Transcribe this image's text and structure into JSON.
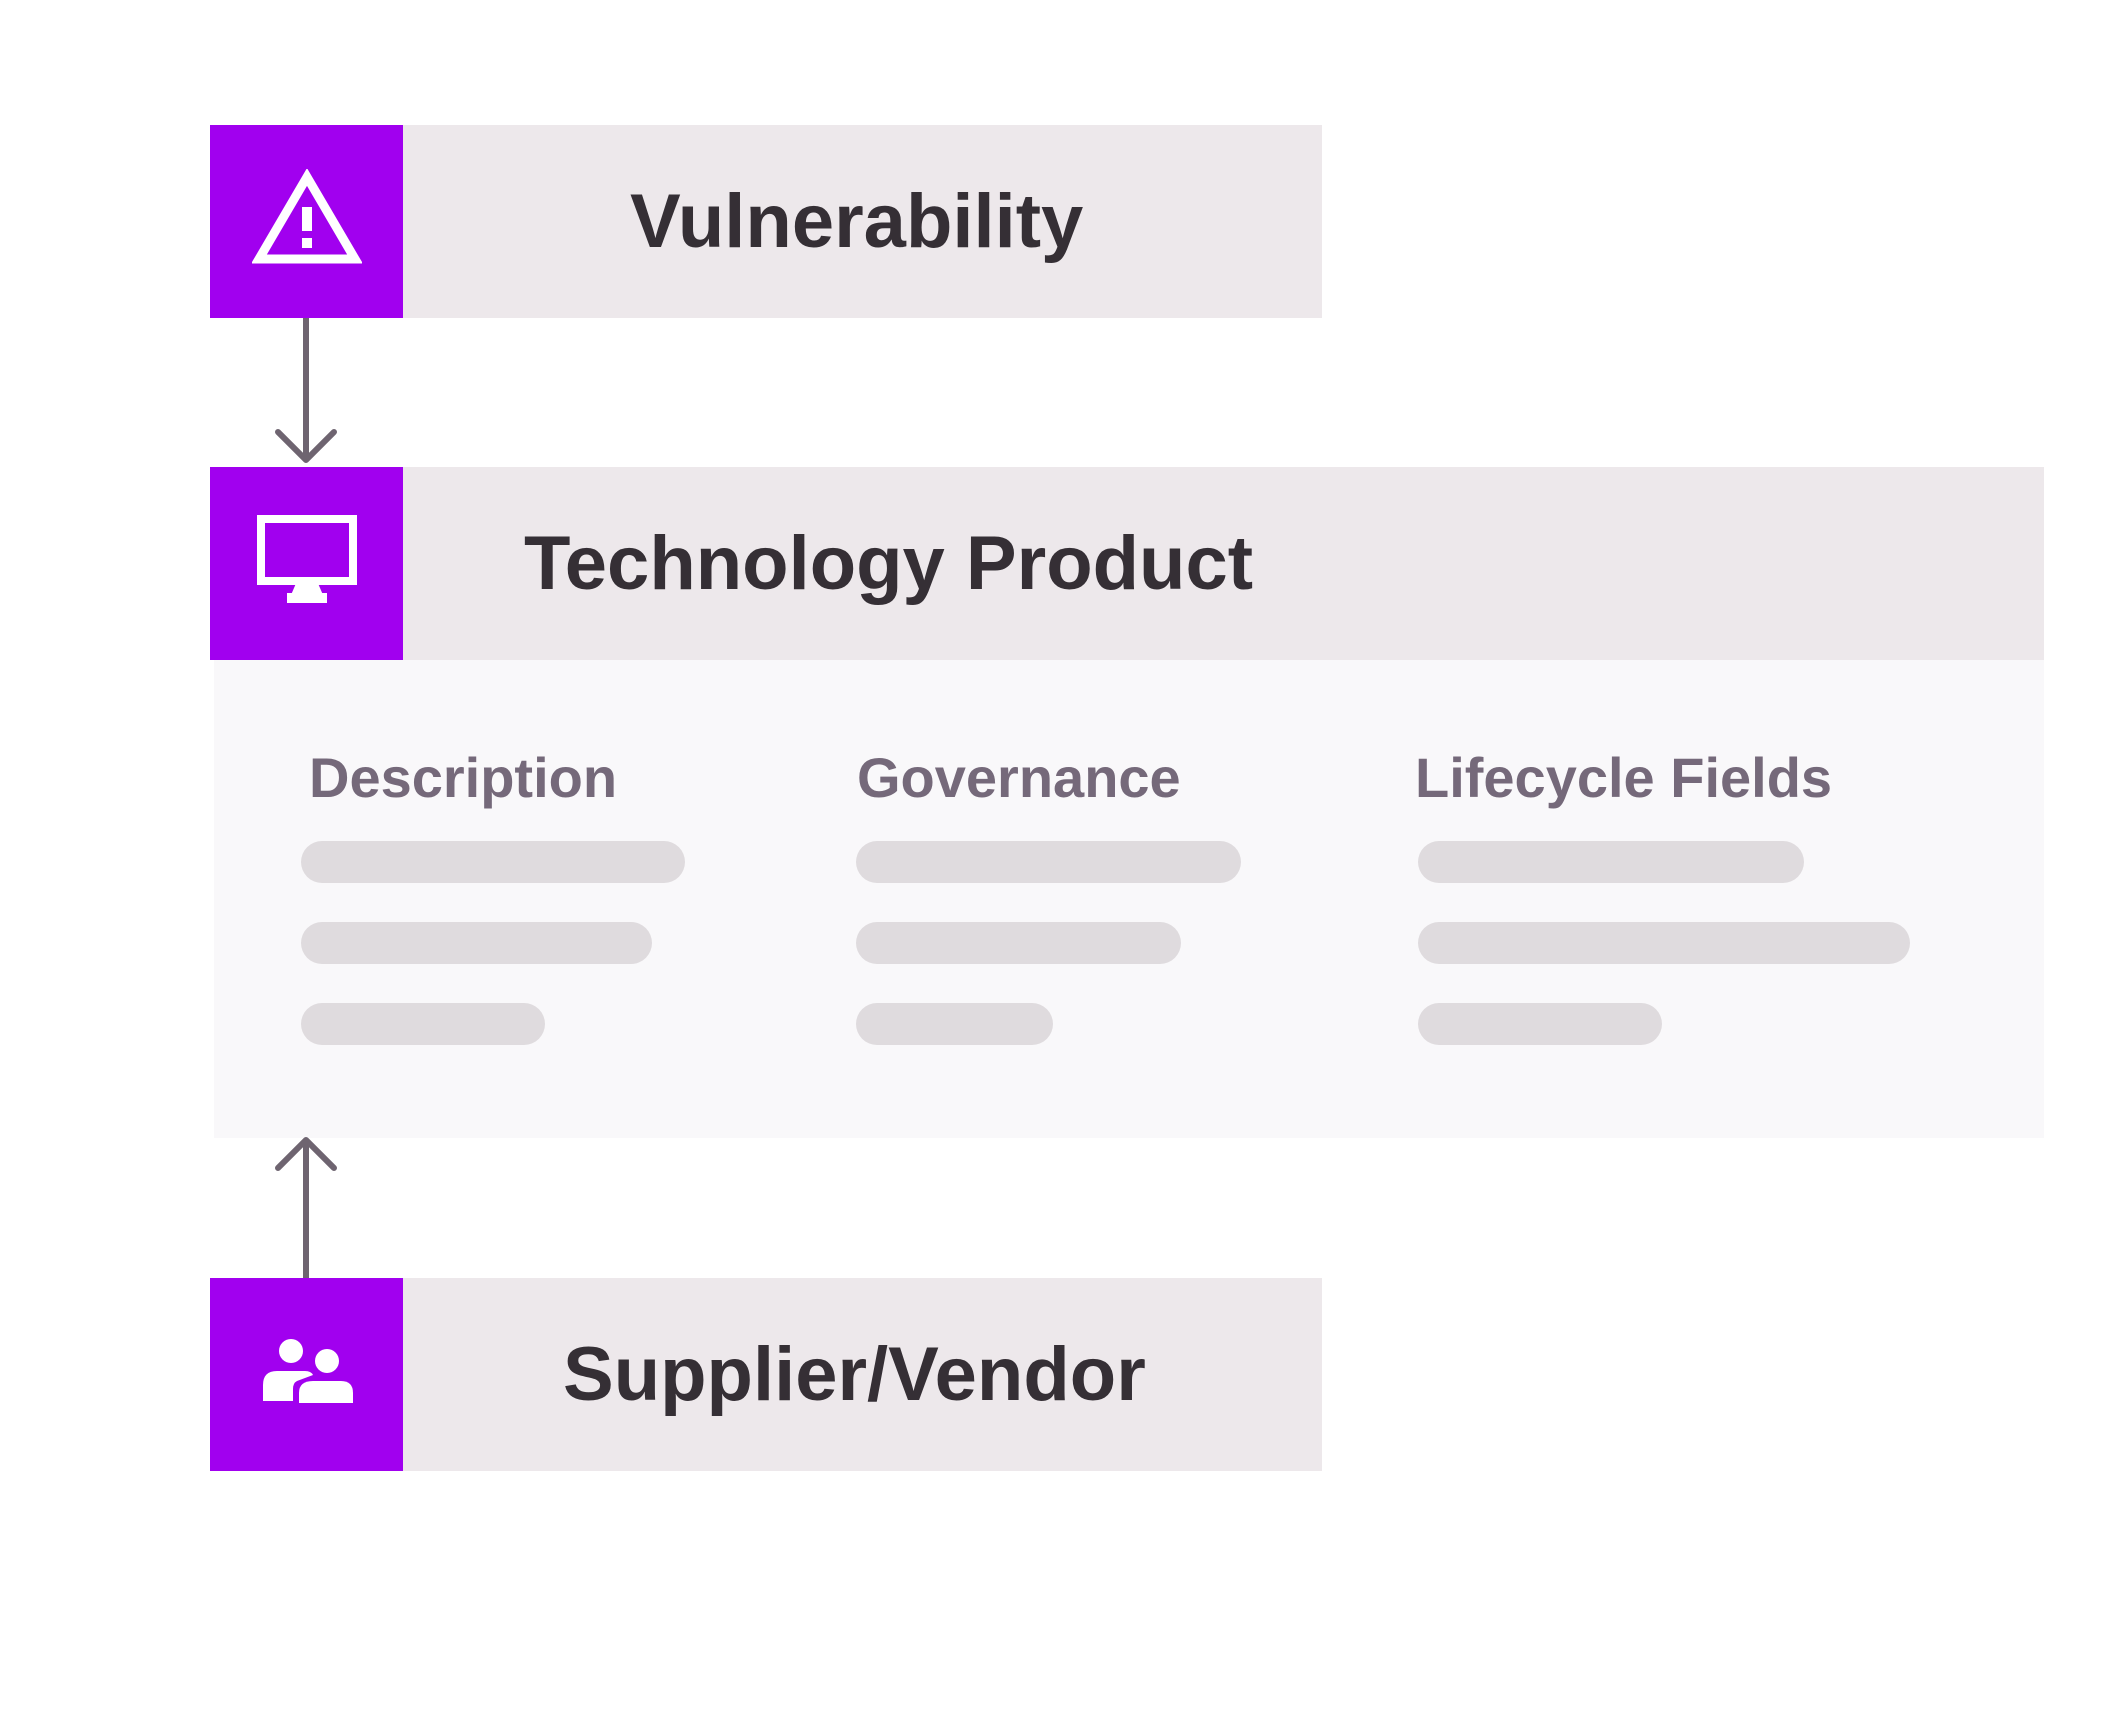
{
  "nodes": {
    "vulnerability": {
      "title": "Vulnerability",
      "icon": "warning-triangle-icon"
    },
    "technology_product": {
      "title": "Technology Product",
      "icon": "monitor-icon"
    },
    "supplier_vendor": {
      "title": "Supplier/Vendor",
      "icon": "people-group-icon"
    }
  },
  "detail_panel": {
    "columns": [
      {
        "heading": "Description"
      },
      {
        "heading": "Governance"
      },
      {
        "heading": "Lifecycle Fields"
      }
    ]
  },
  "colors": {
    "accent": "#a100ef",
    "card_background": "#ede8eb",
    "panel_background": "#f9f8fa",
    "title_text": "#352f35",
    "heading_text": "#75697a",
    "placeholder": "#dfdbde",
    "connector": "#6e6470"
  }
}
